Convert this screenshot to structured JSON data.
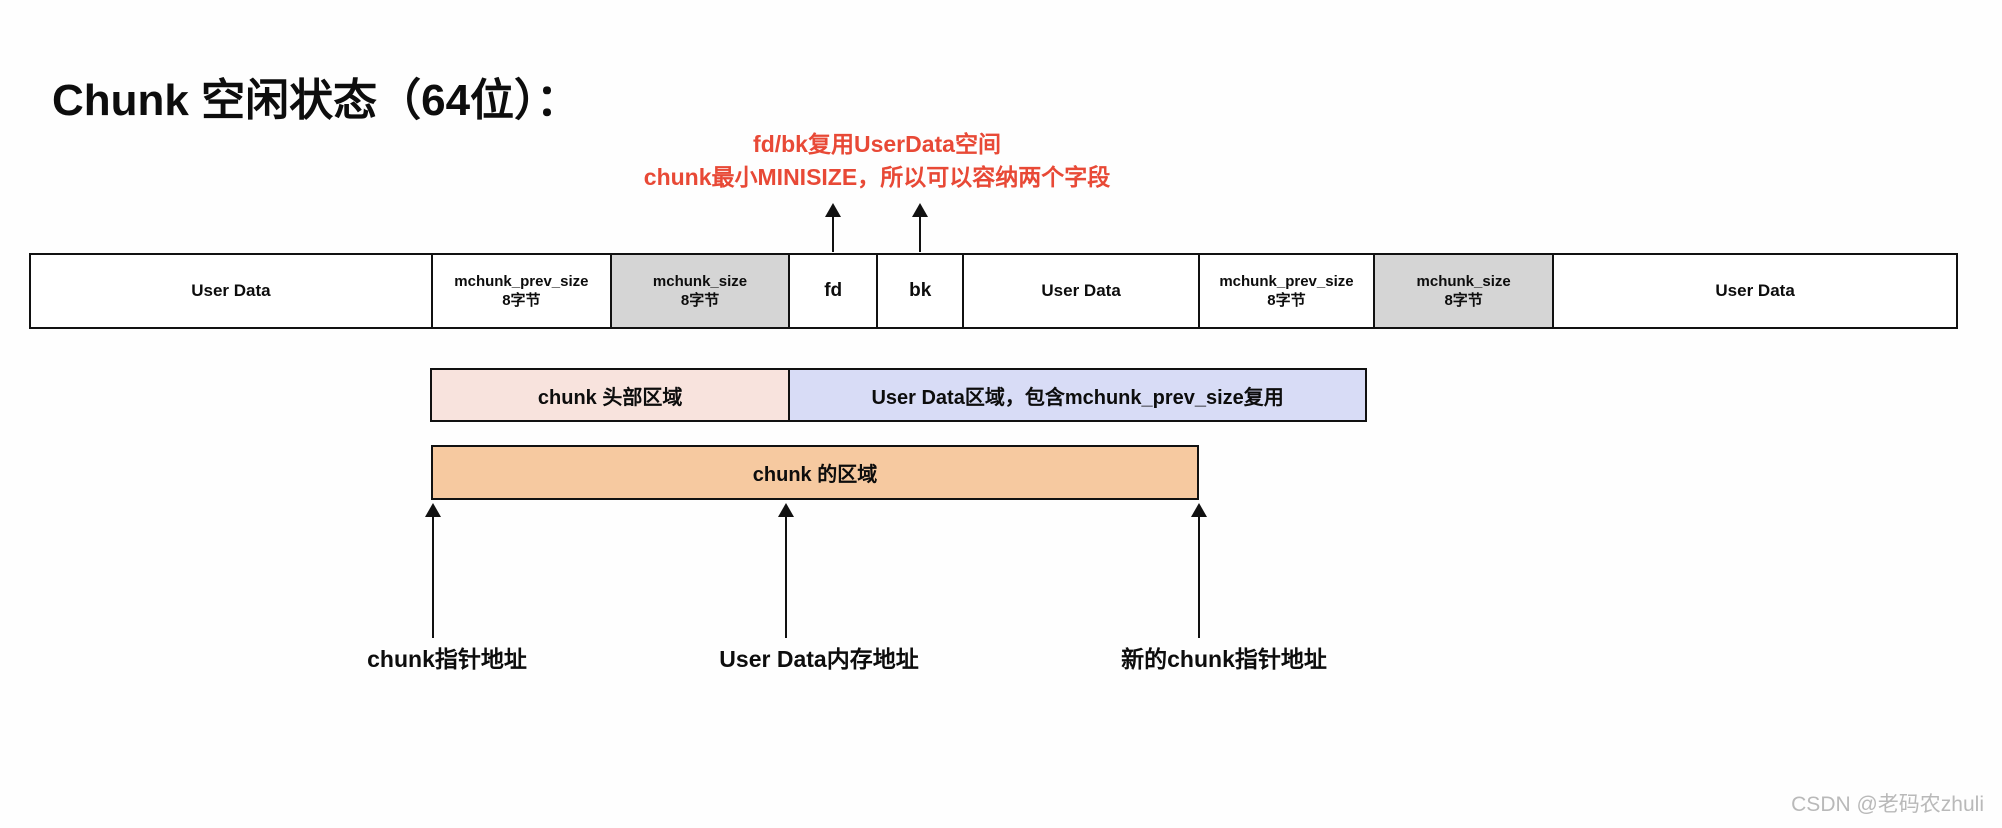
{
  "title": "Chunk 空闲状态（64位）：",
  "annotation": {
    "line1": "fd/bk复用UserData空间",
    "line2": "chunk最小MINISIZE，所以可以容纳两个字段"
  },
  "memory_bar": {
    "cells": [
      {
        "label": "User Data",
        "sub": "",
        "shaded": false
      },
      {
        "label": "mchunk_prev_size",
        "sub": "8字节",
        "shaded": false
      },
      {
        "label": "mchunk_size",
        "sub": "8字节",
        "shaded": true
      },
      {
        "label": "fd",
        "sub": "",
        "shaded": false
      },
      {
        "label": "bk",
        "sub": "",
        "shaded": false
      },
      {
        "label": "User Data",
        "sub": "",
        "shaded": false
      },
      {
        "label": "mchunk_prev_size",
        "sub": "8字节",
        "shaded": false
      },
      {
        "label": "mchunk_size",
        "sub": "8字节",
        "shaded": true
      },
      {
        "label": "User Data",
        "sub": "",
        "shaded": false
      }
    ]
  },
  "region_boxes": {
    "header_region": "chunk 头部区域",
    "userdata_region": "User Data区域，包含mchunk_prev_size复用",
    "chunk_region": "chunk 的区域"
  },
  "pointer_labels": {
    "chunk_ptr": "chunk指针地址",
    "userdata_addr": "User Data内存地址",
    "next_chunk_ptr": "新的chunk指针地址"
  },
  "watermark": "CSDN @老码农zhuli",
  "colors": {
    "shaded_cell": "#d5d5d5",
    "header_region_fill": "#f8e3dd",
    "userdata_region_fill": "#d8dcf6",
    "chunk_region_fill": "#f6c9a0",
    "annotation_red": "#e84936",
    "watermark_gray": "#b9b9b9"
  }
}
